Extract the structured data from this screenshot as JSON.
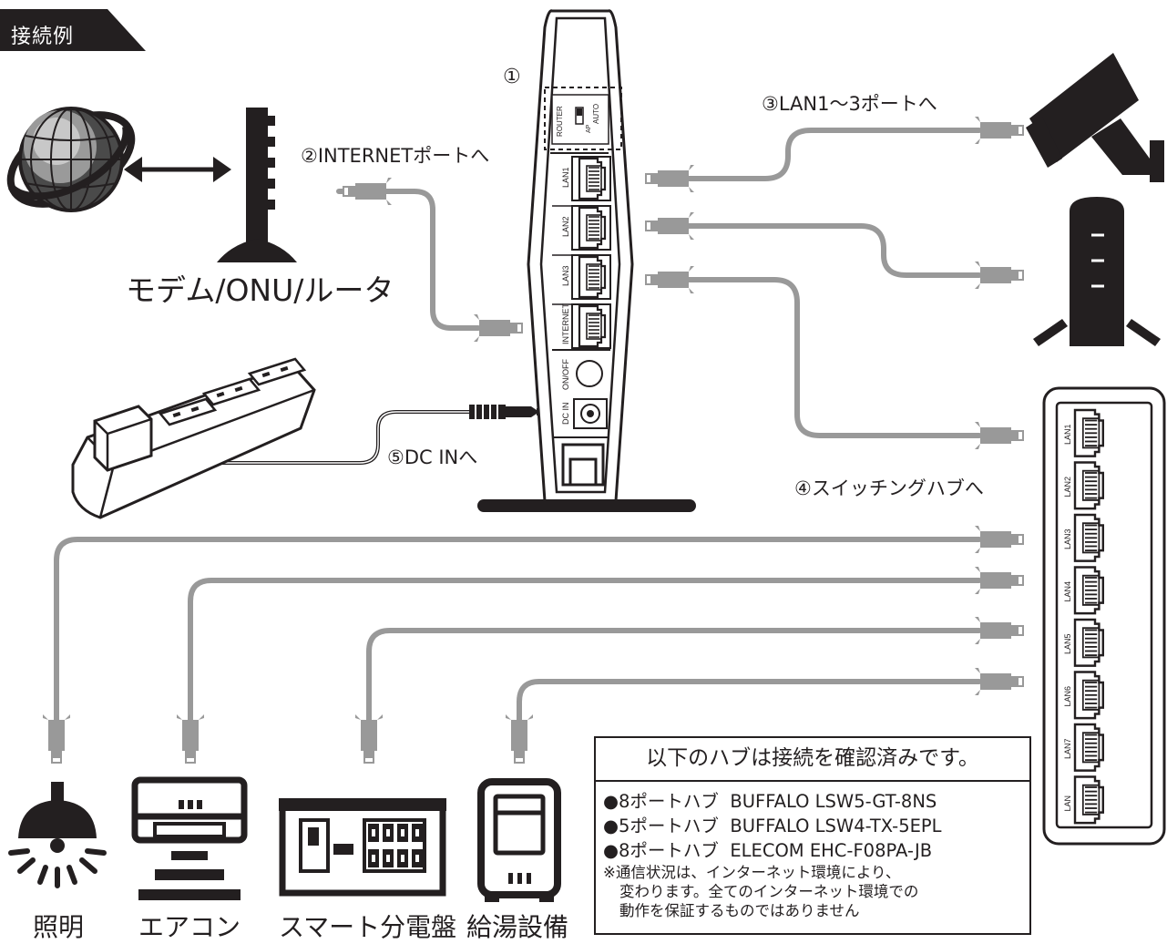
{
  "title": "接続例",
  "colors": {
    "cable": "#999999",
    "ink": "#231f20",
    "globe_light": "#c8c8c8",
    "globe_dark": "#3a3a3a"
  },
  "labels": {
    "router_num": "①",
    "internet_port": "②INTERNETポートへ",
    "lan_ports": "③LAN1〜3ポートへ",
    "switching_hub": "④スイッチングハブへ",
    "dc_in": "⑤DC INへ",
    "modem": "モデム/ONU/ルータ"
  },
  "router": {
    "switch_labels": [
      "ROUTER",
      "AP",
      "AUTO"
    ],
    "ports": [
      "LAN1",
      "LAN2",
      "LAN3",
      "INTERNET"
    ],
    "power_button": "ON/OFF",
    "dc_label": "DC IN"
  },
  "hub": {
    "ports": [
      "LAN1",
      "LAN2",
      "LAN3",
      "LAN4",
      "LAN5",
      "LAN6",
      "LAN7",
      "LAN"
    ]
  },
  "devices": [
    {
      "name": "照明",
      "icon": "lamp-icon"
    },
    {
      "name": "エアコン",
      "icon": "air-conditioner-icon"
    },
    {
      "name": "スマート分電盤",
      "icon": "distribution-board-icon"
    },
    {
      "name": "給湯設備",
      "icon": "water-heater-icon"
    }
  ],
  "right_devices": [
    {
      "icon": "security-camera-icon"
    },
    {
      "icon": "tower-device-icon"
    }
  ],
  "note": {
    "heading": "以下のハブは接続を確認済みです。",
    "hubs": [
      {
        "type": "●8ポートハブ",
        "model": "BUFFALO LSW5-GT-8NS"
      },
      {
        "type": "●5ポートハブ",
        "model": "BUFFALO LSW4-TX-5EPL"
      },
      {
        "type": "●8ポートハブ",
        "model": "ELECOM EHC-F08PA-JB"
      }
    ],
    "caveat": [
      "※通信状況は、インターネット環境により、",
      "変わります。全てのインターネット環境での",
      "動作を保証するものではありません"
    ]
  }
}
